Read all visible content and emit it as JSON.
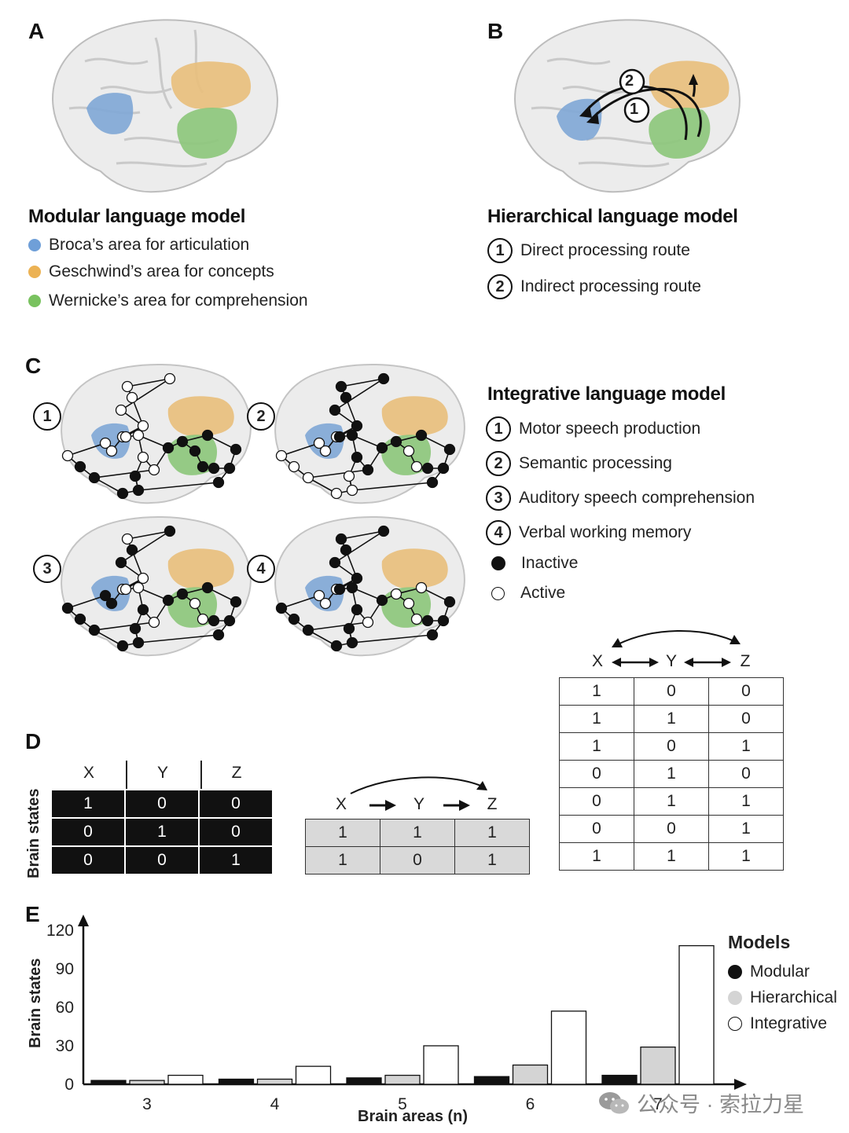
{
  "panels": {
    "A": "A",
    "B": "B",
    "C": "C",
    "D": "D",
    "E": "E"
  },
  "colors": {
    "broca": "#7fa7d6",
    "geschwind": "#e8bf7d",
    "wernicke": "#8cc67a",
    "inactive": "#111111",
    "active": "#ffffff",
    "modular": "#111111",
    "hierarchical": "#d4d4d4",
    "integrative": "#ffffff"
  },
  "modular": {
    "title": "Modular language model",
    "items": [
      {
        "label": "Broca’s area for articulation",
        "color": "#6f9fd8"
      },
      {
        "label": "Geschwind’s area for concepts",
        "color": "#ecb254"
      },
      {
        "label": "Wernicke’s area for comprehension",
        "color": "#79c25f"
      }
    ]
  },
  "hierarchical": {
    "title": "Hierarchical language model",
    "routes": [
      {
        "num": "1",
        "label": "Direct processing route"
      },
      {
        "num": "2",
        "label": "Indirect processing route"
      }
    ]
  },
  "integrative": {
    "title": "Integrative language model",
    "items": [
      {
        "num": "1",
        "label": "Motor speech production"
      },
      {
        "num": "2",
        "label": "Semantic processing"
      },
      {
        "num": "3",
        "label": "Auditory speech comprehension"
      },
      {
        "num": "4",
        "label": "Verbal working memory"
      }
    ],
    "inactive_label": "Inactive",
    "active_label": "Active",
    "brain_labels": [
      "1",
      "2",
      "3",
      "4"
    ]
  },
  "panel_d": {
    "ylabel": "Brain states",
    "modular": {
      "headers": [
        "X",
        "Y",
        "Z"
      ],
      "rows": [
        [
          "1",
          "0",
          "0"
        ],
        [
          "0",
          "1",
          "0"
        ],
        [
          "0",
          "0",
          "1"
        ]
      ]
    },
    "hierarchical": {
      "headers": [
        "X",
        "Y",
        "Z"
      ],
      "rows": [
        [
          "1",
          "1",
          "1"
        ],
        [
          "1",
          "0",
          "1"
        ]
      ]
    },
    "integrative": {
      "headers": [
        "X",
        "Y",
        "Z"
      ],
      "rows": [
        [
          "1",
          "0",
          "0"
        ],
        [
          "1",
          "1",
          "0"
        ],
        [
          "1",
          "0",
          "1"
        ],
        [
          "0",
          "1",
          "0"
        ],
        [
          "0",
          "1",
          "1"
        ],
        [
          "0",
          "0",
          "1"
        ],
        [
          "1",
          "1",
          "1"
        ]
      ]
    }
  },
  "chart_data": {
    "type": "bar",
    "title": "",
    "xlabel": "Brain areas (n)",
    "ylabel": "Brain states",
    "categories": [
      "3",
      "4",
      "5",
      "6",
      "7"
    ],
    "yticks": [
      "0",
      "30",
      "60",
      "90",
      "120"
    ],
    "ylim": [
      0,
      120
    ],
    "legend_title": "Models",
    "legend_position": "right",
    "series": [
      {
        "name": "Modular",
        "values": [
          3,
          4,
          5,
          6,
          7
        ],
        "color": "#111111"
      },
      {
        "name": "Hierarchical",
        "values": [
          3,
          4,
          7,
          15,
          29
        ],
        "color": "#d4d4d4"
      },
      {
        "name": "Integrative",
        "values": [
          7,
          14,
          30,
          57,
          108
        ],
        "color": "#ffffff"
      }
    ]
  },
  "watermark": "公众号 · 索拉力星"
}
